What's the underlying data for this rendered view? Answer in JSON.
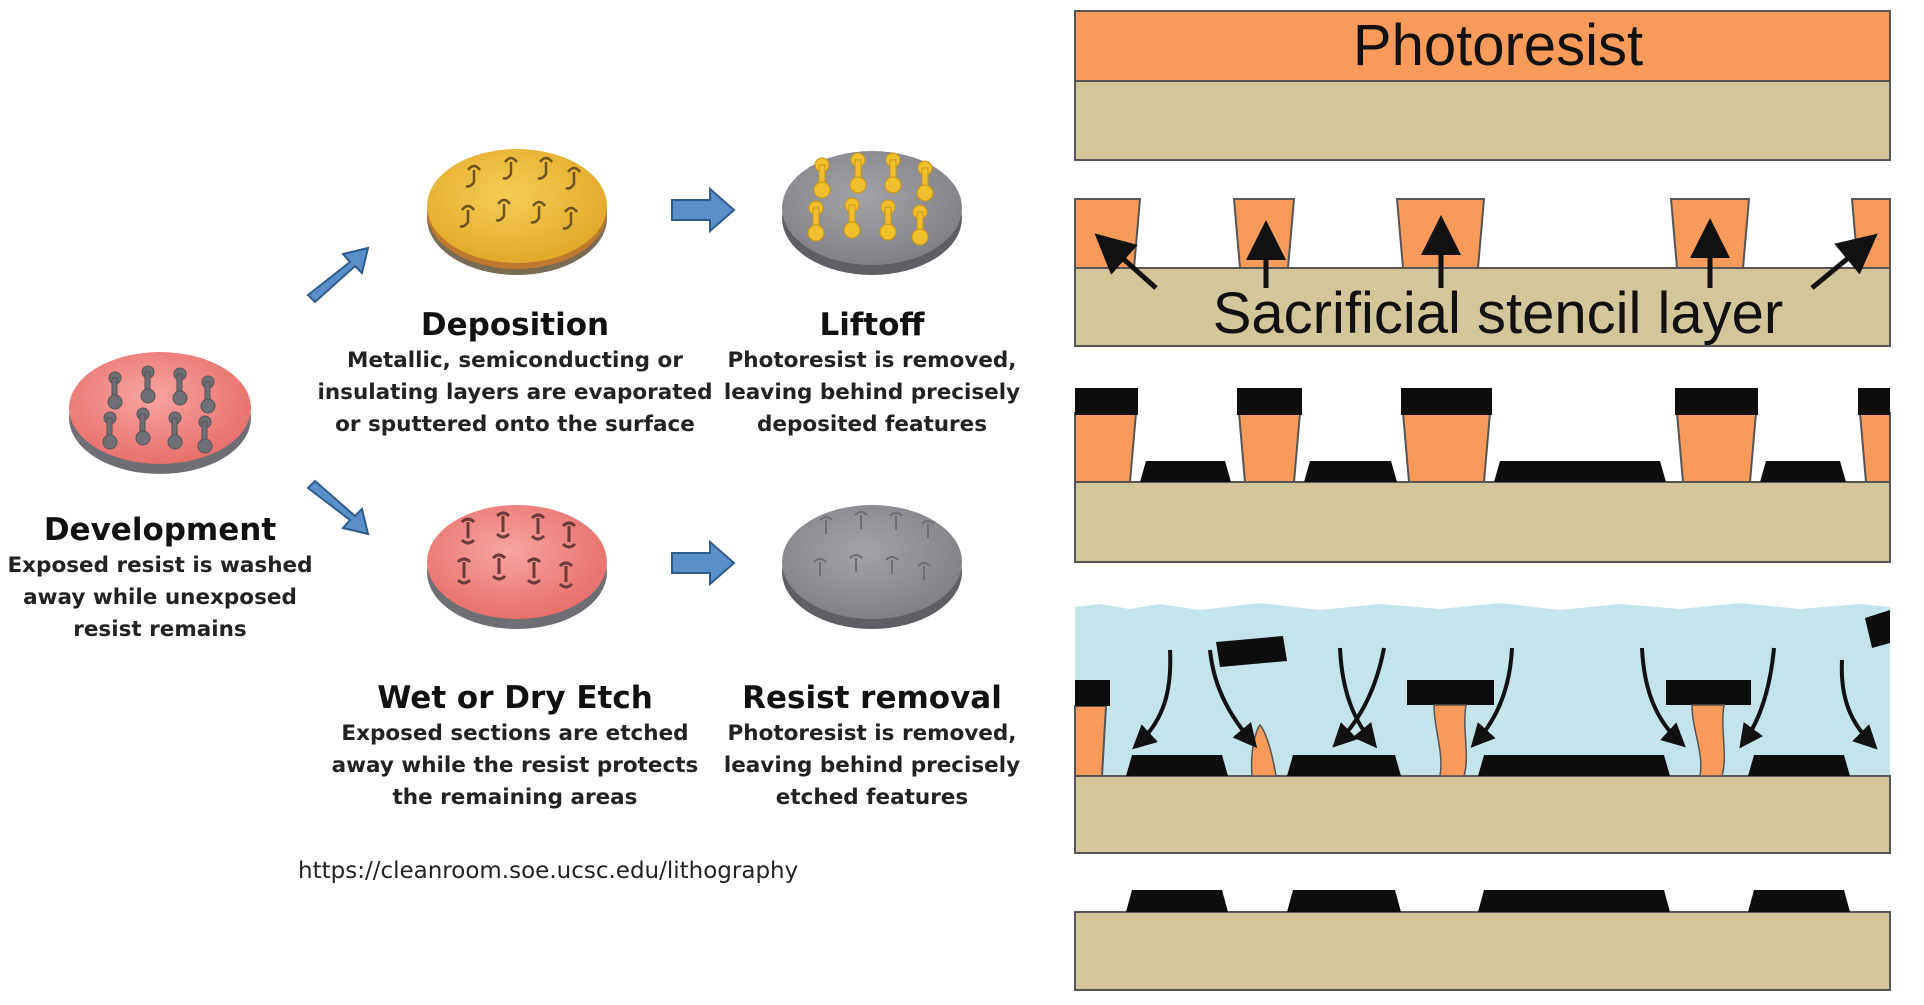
{
  "steps": {
    "development": {
      "title": "Development",
      "desc": [
        "Exposed resist is washed",
        "away while unexposed",
        "resist remains"
      ]
    },
    "deposition": {
      "title": "Deposition",
      "desc": [
        "Metallic, semiconducting or",
        "insulating layers are evaporated",
        "or sputtered onto the surface"
      ]
    },
    "liftoff": {
      "title": "Liftoff",
      "desc": [
        "Photoresist is removed,",
        "leaving behind precisely",
        "deposited features"
      ]
    },
    "etch": {
      "title": "Wet or Dry Etch",
      "desc": [
        "Exposed sections are etched",
        "away while the resist protects",
        "the remaining areas"
      ]
    },
    "removal": {
      "title": "Resist removal",
      "desc": [
        "Photoresist is removed,",
        "leaving behind precisely",
        "etched features"
      ]
    }
  },
  "source_url": "https://cleanroom.soe.ucsc.edu/lithography",
  "cross_section": {
    "photoresist_label": "Photoresist",
    "stencil_label": "Sacrificial stencil layer"
  },
  "colors": {
    "resist_orange": "#f89b5a",
    "substrate_tan": "#d2c69a",
    "metal_black": "#0d0d0d",
    "solvent_blue": "#c4e4ec",
    "wafer_pink": "#f07e7a",
    "wafer_gold": "#ecb83a",
    "wafer_gray": "#8f9095",
    "arrow_blue": "#5b8fc9"
  }
}
